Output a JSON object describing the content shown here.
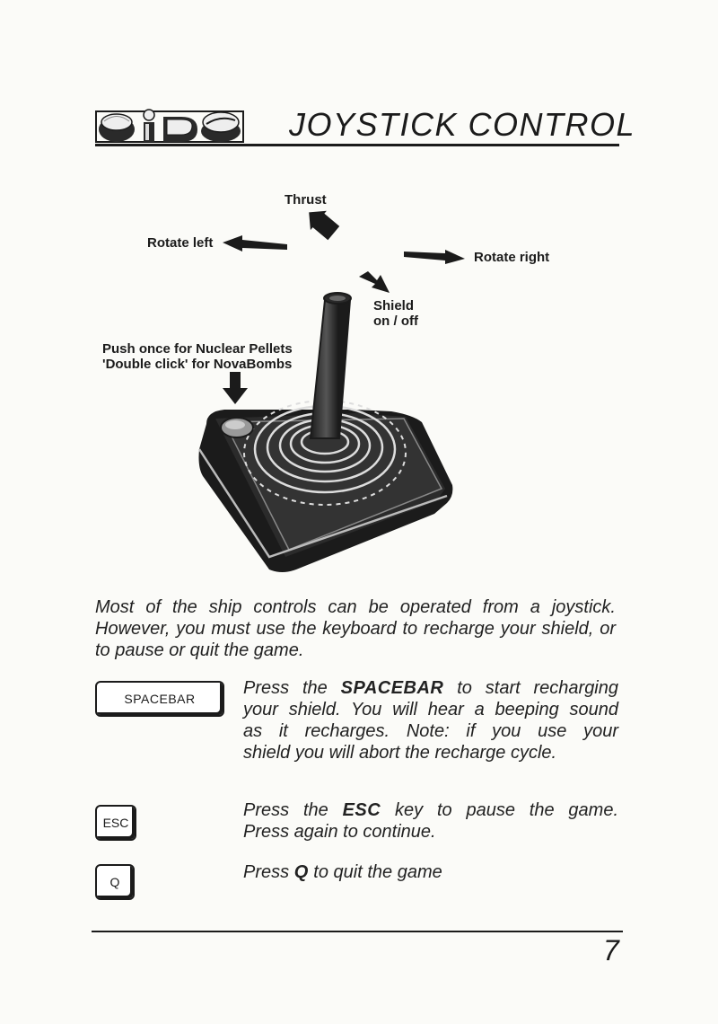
{
  "header": {
    "logo_text": "OIDS",
    "title": "JOYSTICK  CONTROL"
  },
  "diagram": {
    "thrust": "Thrust",
    "rotate_left": "Rotate left",
    "rotate_right": "Rotate right",
    "shield": [
      "Shield",
      "on / off"
    ],
    "fire": [
      "Push once for Nuclear Pellets",
      "'Double click' for NovaBombs"
    ]
  },
  "intro": "Most of the ship controls can be operated from a joystick. However, you must use the keyboard to recharge your shield, or to pause or quit the game.",
  "keys": {
    "spacebar": {
      "label": "SPACEBAR",
      "pre": "Press the ",
      "keyword": "SPACEBAR",
      "line1_post": " to start recharging",
      "line2": "your shield.  You will hear a beeping sound",
      "line3": "as it recharges.  Note: if you use your",
      "line4": "shield you will abort the recharge cycle."
    },
    "esc": {
      "label": "ESC",
      "pre": "Press the ",
      "keyword": "ESC",
      "line1_post": " key to pause the game.",
      "line2": "Press again to continue."
    },
    "q": {
      "label": "Q",
      "pre": "Press ",
      "keyword": "Q",
      "post": " to quit the game"
    }
  },
  "page_number": "7"
}
